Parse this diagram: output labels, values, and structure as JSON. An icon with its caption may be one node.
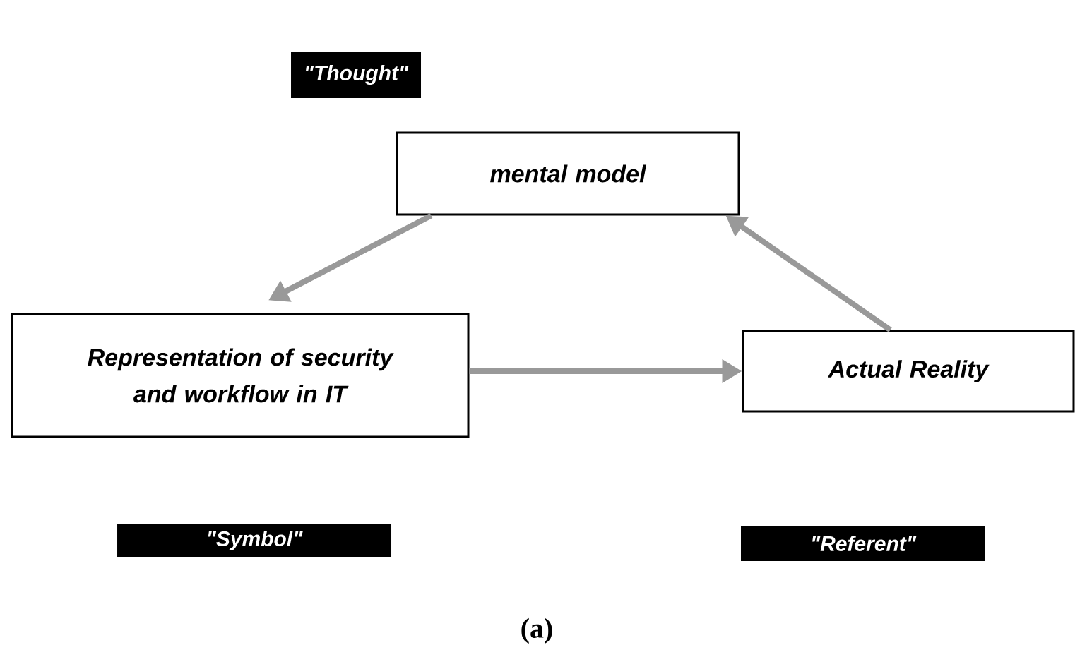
{
  "diagram": {
    "caption": "(a)",
    "nodes": [
      {
        "text": [
          "\"Thought\""
        ]
      },
      {
        "text": [
          "mental model"
        ]
      },
      {
        "text": [
          "Representation of security and workflow in IT"
        ]
      },
      {
        "text": [
          "Actual Reality"
        ]
      },
      {
        "text": [
          "\"Symbol\""
        ]
      },
      {
        "text": [
          "\"Referent\""
        ]
      }
    ],
    "edges": [
      {
        "from": 1,
        "to": 2,
        "arrow": "to"
      },
      {
        "from": 2,
        "to": 3,
        "arrow": "to"
      },
      {
        "from": 3,
        "to": 1,
        "arrow": "to"
      }
    ]
  }
}
